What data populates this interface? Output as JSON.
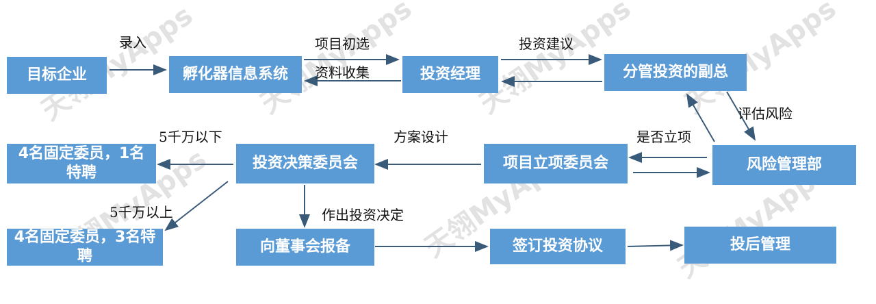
{
  "nodes": {
    "target": "目标企业",
    "incubator": "孵化器信息系统",
    "manager": "投资经理",
    "vp": "分管投资的副总",
    "risk": "风险管理部",
    "project_committee": "项目立项委员会",
    "decision_committee": "投资决策委员会",
    "members_a": "4名固定委员，1名特聘",
    "members_b": "4名固定委员，3名特聘",
    "board": "向董事会报备",
    "sign": "签订投资协议",
    "post": "投后管理"
  },
  "labels": {
    "entry": "录入",
    "screening": "项目初选",
    "collecting": "资料收集",
    "suggestion": "投资建议",
    "assess_risk": "评估风险",
    "approve": "是否立项",
    "plan_design": "方案设计",
    "under_50m": "5千万以下",
    "over_50m": "5千万以上",
    "decision": "作出投资决定"
  },
  "watermark": "天翎MyApps",
  "colors": {
    "node_fill": "#5b9bd5",
    "arrow": "#3a5a7a"
  }
}
